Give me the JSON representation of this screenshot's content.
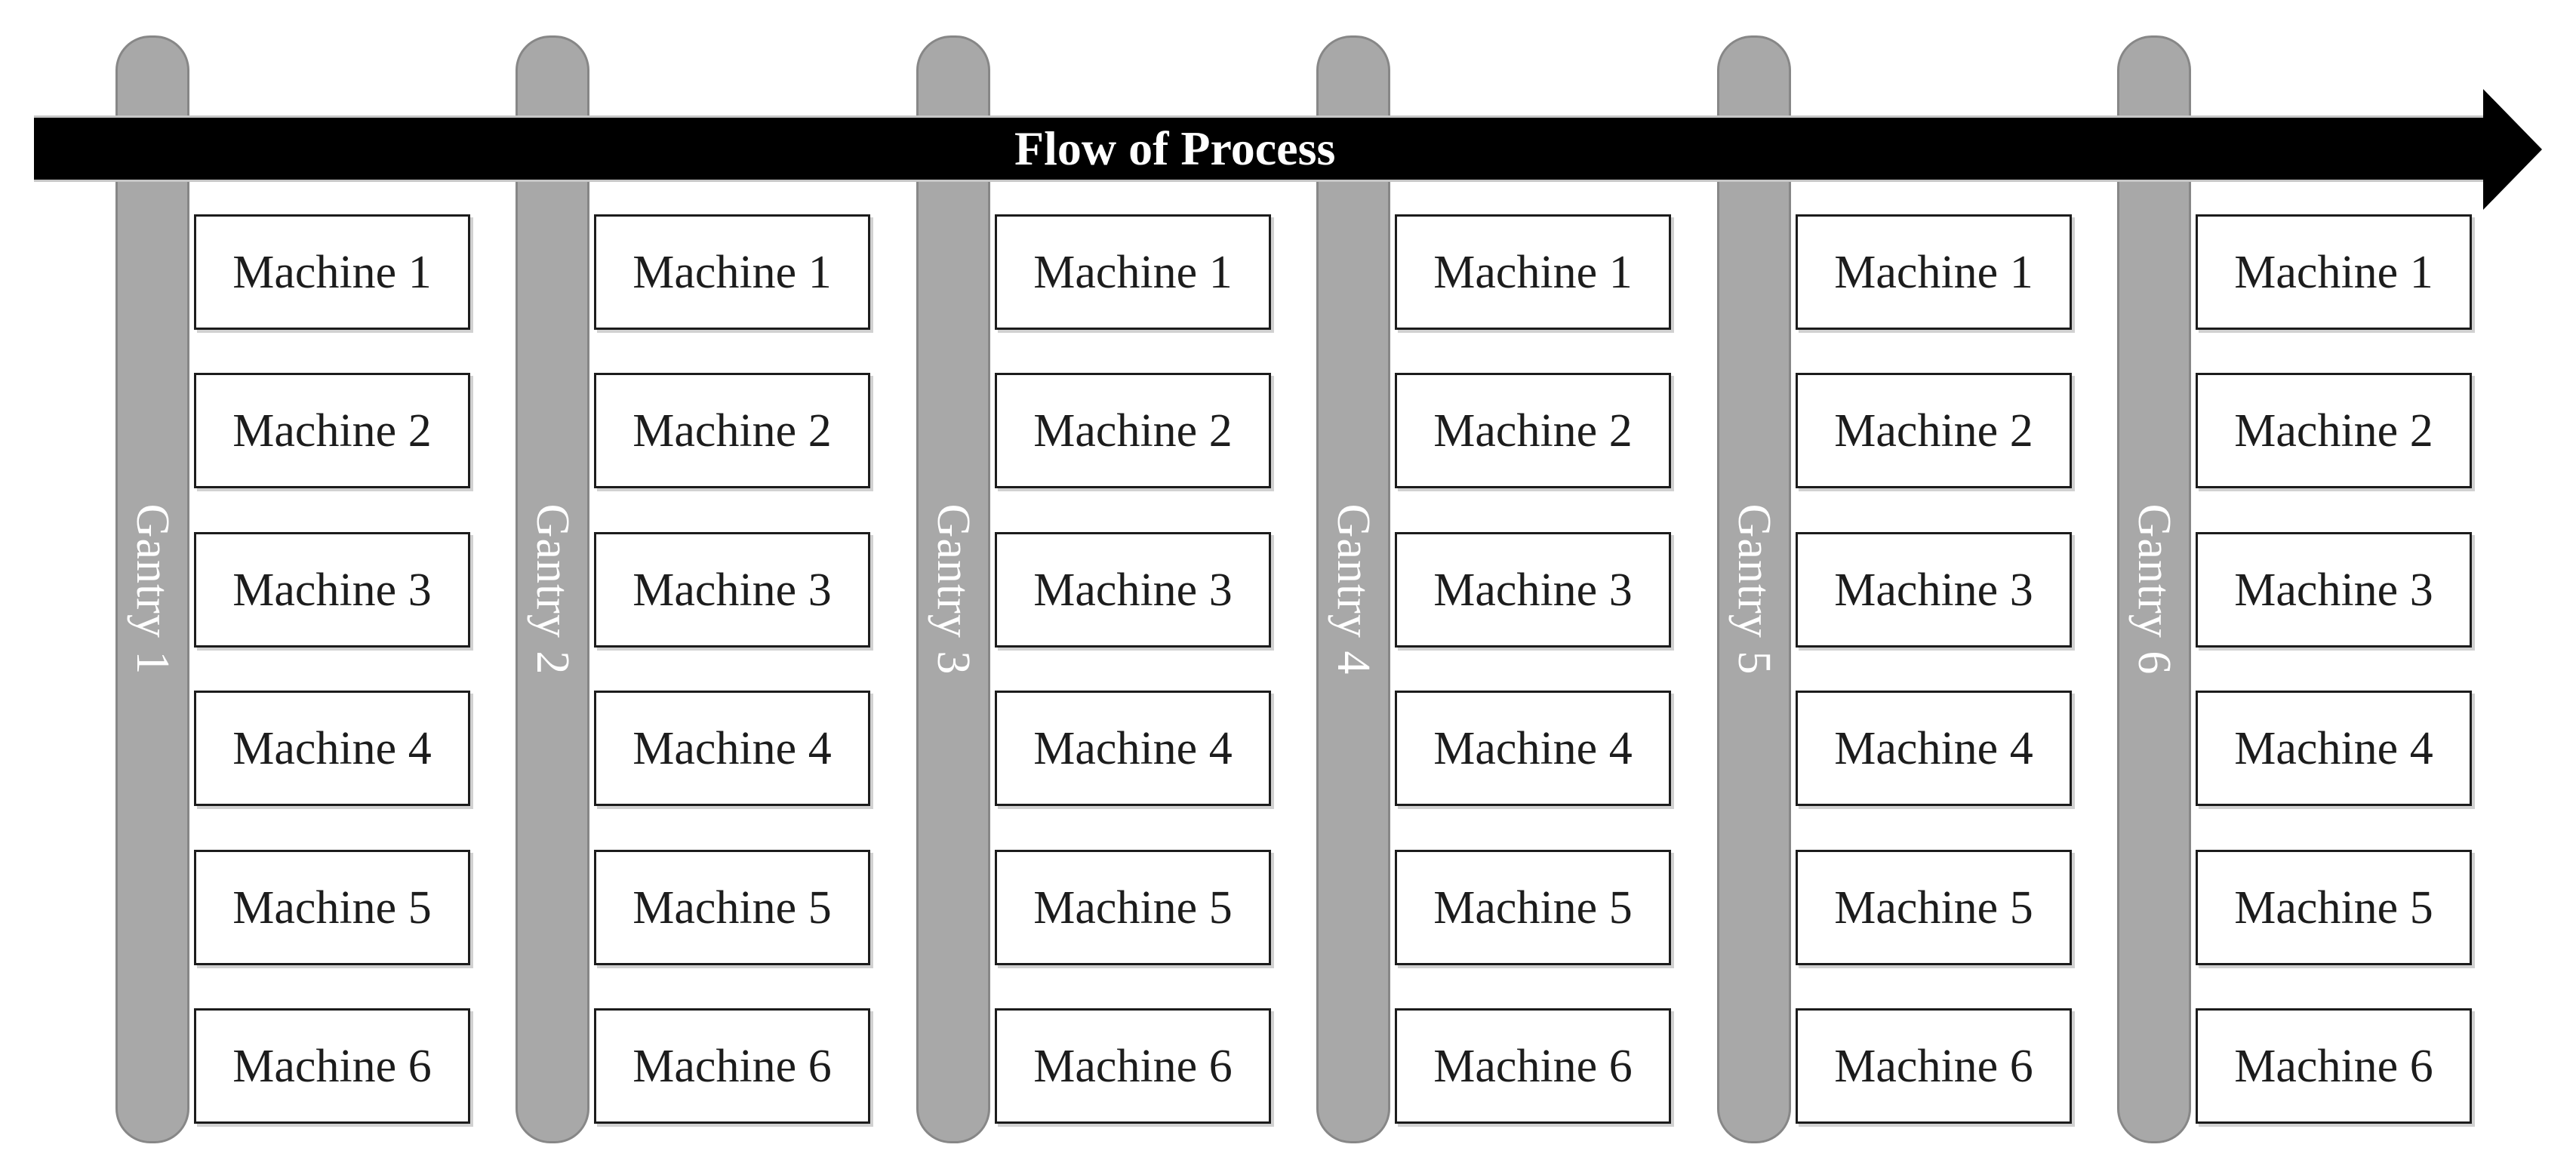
{
  "diagram": {
    "flow_label": "Flow of Process",
    "gantries": [
      {
        "label": "Gantry 1",
        "machines": [
          "Machine 1",
          "Machine 2",
          "Machine 3",
          "Machine 4",
          "Machine 5",
          "Machine 6"
        ]
      },
      {
        "label": "Gantry 2",
        "machines": [
          "Machine 1",
          "Machine 2",
          "Machine 3",
          "Machine 4",
          "Machine 5",
          "Machine 6"
        ]
      },
      {
        "label": "Gantry 3",
        "machines": [
          "Machine 1",
          "Machine 2",
          "Machine 3",
          "Machine 4",
          "Machine 5",
          "Machine 6"
        ]
      },
      {
        "label": "Gantry 4",
        "machines": [
          "Machine 1",
          "Machine 2",
          "Machine 3",
          "Machine 4",
          "Machine 5",
          "Machine 6"
        ]
      },
      {
        "label": "Gantry 5",
        "machines": [
          "Machine 1",
          "Machine 2",
          "Machine 3",
          "Machine 4",
          "Machine 5",
          "Machine 6"
        ]
      },
      {
        "label": "Gantry 6",
        "machines": [
          "Machine 1",
          "Machine 2",
          "Machine 3",
          "Machine 4",
          "Machine 5",
          "Machine 6"
        ]
      }
    ],
    "colors": {
      "background": "#ffffff",
      "arrow_fill": "#000000",
      "arrow_text": "#ffffff",
      "arrow_edge": "#c6c6c6",
      "gantry_fill": "#a8a8a8",
      "gantry_border": "#878787",
      "gantry_text": "#ffffff",
      "machine_fill": "#ffffff",
      "machine_border": "#1c1c1c",
      "machine_text": "#1c1c1c"
    }
  }
}
